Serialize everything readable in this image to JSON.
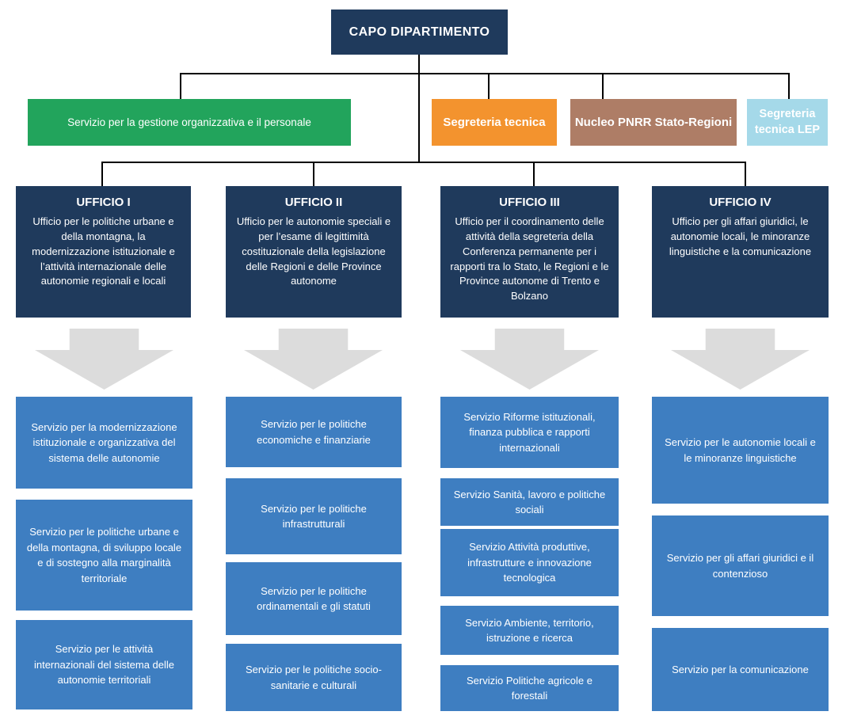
{
  "root": {
    "title": "CAPO DIPARTIMENTO"
  },
  "staff_units": [
    {
      "id": "servizio-gestione-personale",
      "label": "Servizio per la gestione organizzativa e il personale",
      "color": "#22a45c"
    },
    {
      "id": "segreteria-tecnica",
      "label": "Segreteria tecnica",
      "color": "#f3932e"
    },
    {
      "id": "nucleo-pnrr",
      "label": "Nucleo PNRR Stato-Regioni",
      "color": "#ae7d66"
    },
    {
      "id": "segreteria-tecnica-lep",
      "label": "Segreteria tecnica LEP",
      "color": "#a5d9e9"
    }
  ],
  "uffici": [
    {
      "title": "UFFICIO I",
      "description": "Ufficio per le politiche urbane e della montagna, la modernizzazione istituzionale e l’attività internazionale delle autonomie regionali e locali",
      "servizi": [
        "Servizio per la modernizzazione istituzionale e organizzativa del sistema delle autonomie",
        "Servizio per le politiche urbane e della montagna, di sviluppo locale e di sostegno alla marginalità territoriale",
        "Servizio per le attività internazionali del sistema delle autonomie territoriali"
      ]
    },
    {
      "title": "UFFICIO II",
      "description": "Ufficio per le autonomie speciali e per l’esame di legittimità costituzionale della legislazione delle Regioni e delle Province autonome",
      "servizi": [
        "Servizio per le politiche economiche e finanziarie",
        "Servizio per le politiche infrastrutturali",
        "Servizio per le politiche ordinamentali e gli statuti",
        "Servizio per le politiche socio-sanitarie e culturali"
      ]
    },
    {
      "title": "UFFICIO III",
      "description": "Ufficio per il coordinamento delle attività della segreteria della Conferenza permanente per i rapporti tra lo Stato, le Regioni e le Province autonome di Trento e Bolzano",
      "servizi": [
        "Servizio Riforme istituzionali, finanza pubblica e rapporti internazionali",
        "Servizio Sanità, lavoro e politiche sociali",
        "Servizio Attività produttive, infrastrutture e innovazione tecnologica",
        "Servizio Ambiente, territorio, istruzione e ricerca",
        "Servizio Politiche agricole e forestali"
      ]
    },
    {
      "title": "UFFICIO IV",
      "description": "Ufficio per gli affari giuridici, le autonomie locali, le minoranze linguistiche e la comunicazione",
      "servizi": [
        "Servizio per le autonomie locali e le minoranze linguistiche",
        "Servizio per gli affari giuridici e il contenzioso",
        "Servizio per la comunicazione"
      ]
    }
  ],
  "colors": {
    "node_dark_navy": "#1f3a5c",
    "servizio_blue": "#3e7ec1",
    "staff_green": "#22a45c",
    "staff_orange": "#f3932e",
    "staff_brown": "#ae7d66",
    "staff_light_blue": "#a5d9e9",
    "arrow_gray": "#dcdcdc",
    "connector_black": "#000000"
  }
}
